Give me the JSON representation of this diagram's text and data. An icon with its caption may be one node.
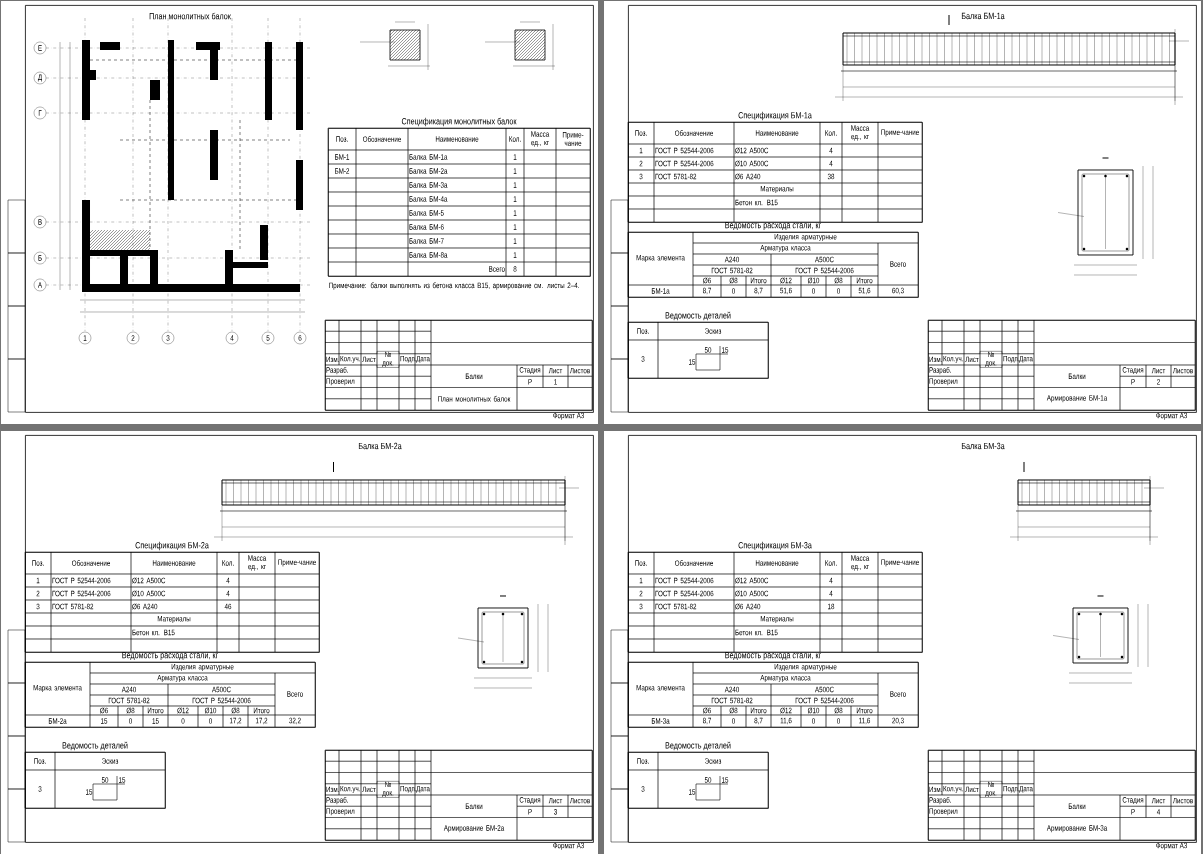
{
  "diagram": {
    "nodes": [
      {
        "text": [
          "План монолитных балок"
        ]
      },
      {
        "text": [
          "Спецификация монолитных балок",
          "Поз.",
          "Обозначение",
          "Наименование",
          "Кол.",
          "Масса ед., кг",
          "Приме-чание",
          "БМ-1",
          "Балка БМ-1а",
          "1",
          "БМ-2",
          "Балка БМ-2а",
          "1",
          "Балка БМ-3а",
          "1",
          "Балка БМ-4а",
          "1",
          "Балка БМ-5",
          "1",
          "Балка БМ-6",
          "1",
          "Балка БМ-7",
          "1",
          "Балка БМ-8а",
          "1",
          "Всего",
          "8"
        ],
        "in": 0
      },
      {
        "text": [
          "Изм.",
          "Кол.уч.",
          "Лист",
          "№ док.",
          "Подп.",
          "Дата",
          "Разраб.",
          "Проверил",
          "Балки",
          "Стадия",
          "Лист",
          "Листов",
          "Р",
          "1",
          "План монолитных балок"
        ],
        "in": 0,
        "beside": [
          "Формат А3"
        ]
      },
      {
        "text": [
          "Балка БМ-1а"
        ]
      },
      {
        "text": [
          "Спецификация БМ-1а",
          "Поз.",
          "Обозначение",
          "Наименование",
          "Кол.",
          "Масса ед., кг",
          "Приме-чание",
          "1",
          "ГОСТ Р 52544-2006",
          "Ø12 А500С",
          "4",
          "2",
          "ГОСТ Р 52544-2006",
          "Ø10 А500С",
          "4",
          "3",
          "ГОСТ 5781-82",
          "Ø6 А240",
          "38",
          "Материалы",
          "Бетон кл. В15"
        ],
        "in": 3
      },
      {
        "text": [
          "Ведомость расхода стали, кг",
          "Марка элемента",
          "Изделия арматурные",
          "Арматура класса",
          "Всего",
          "А240",
          "А500С",
          "ГОСТ 5781-82",
          "ГОСТ Р 52544-2006",
          "Ø6",
          "Ø8",
          "Итого",
          "Ø12",
          "Ø10",
          "Ø8",
          "Итого",
          "БМ-1а",
          "8,7",
          "0",
          "8,7",
          "51,6",
          "0",
          "0",
          "51,6",
          "60,3"
        ],
        "in": 3
      },
      {
        "text": [
          "Ведомость деталей",
          "Поз.",
          "Эскиз",
          "3",
          "50",
          "15",
          "15"
        ],
        "in": 3
      },
      {
        "text": [
          "Изм.",
          "Кол.уч.",
          "Лист",
          "№ док.",
          "Подп.",
          "Дата",
          "Разраб.",
          "Проверил",
          "Балки",
          "Стадия",
          "Лист",
          "Листов",
          "Р",
          "2",
          "Армирование БМ-1а"
        ],
        "in": 3,
        "beside": [
          "Формат А3"
        ]
      },
      {
        "text": [
          "Балка БМ-2а"
        ]
      },
      {
        "text": [
          "Спецификация БМ-2а",
          "Поз.",
          "Обозначение",
          "Наименование",
          "Кол.",
          "Масса ед., кг",
          "Приме-чание",
          "1",
          "ГОСТ Р 52544-2006",
          "Ø12 А500С",
          "4",
          "2",
          "ГОСТ Р 52544-2006",
          "Ø10 А500С",
          "4",
          "3",
          "ГОСТ 5781-82",
          "Ø6 А240",
          "46",
          "Материалы",
          "Бетон кл. В15"
        ],
        "in": 8
      },
      {
        "text": [
          "Ведомость расхода стали, кг",
          "Марка элемента",
          "Изделия арматурные",
          "Арматура класса",
          "Всего",
          "А240",
          "А500С",
          "ГОСТ 5781-82",
          "ГОСТ Р 52544-2006",
          "Ø6",
          "Ø8",
          "Итого",
          "Ø12",
          "Ø10",
          "Ø8",
          "Итого",
          "БМ-2а",
          "15",
          "0",
          "15",
          "0",
          "0",
          "17,2",
          "17,2",
          "32,2"
        ],
        "in": 8
      },
      {
        "text": [
          "Ведомость деталей",
          "Поз.",
          "Эскиз",
          "3",
          "50",
          "15",
          "15"
        ],
        "in": 8
      },
      {
        "text": [
          "Изм.",
          "Кол.уч.",
          "Лист",
          "№ док.",
          "Подп.",
          "Дата",
          "Разраб.",
          "Проверил",
          "Балки",
          "Стадия",
          "Лист",
          "Листов",
          "Р",
          "3",
          "Армирование БМ-2а"
        ],
        "in": 8,
        "beside": [
          "Формат А3"
        ]
      },
      {
        "text": [
          "Балка БМ-3а"
        ]
      },
      {
        "text": [
          "Спецификация БМ-3а",
          "Поз.",
          "Обозначение",
          "Наименование",
          "Кол.",
          "Масса ед., кг",
          "Приме-чание",
          "1",
          "ГОСТ Р 52544-2006",
          "Ø12 А500С",
          "4",
          "2",
          "ГОСТ Р 52544-2006",
          "Ø10 А500С",
          "4",
          "3",
          "ГОСТ 5781-82",
          "Ø6 А240",
          "18",
          "Материалы",
          "Бетон кл. В15"
        ],
        "in": 13
      },
      {
        "text": [
          "Ведомость расхода стали, кг",
          "Марка элемента",
          "Изделия арматурные",
          "Арматура класса",
          "Всего",
          "А240",
          "А500С",
          "ГОСТ 5781-82",
          "ГОСТ Р 52544-2006",
          "Ø6",
          "Ø8",
          "Итого",
          "Ø12",
          "Ø10",
          "Ø8",
          "Итого",
          "БМ-3а",
          "8,7",
          "0",
          "8,7",
          "11,6",
          "0",
          "0",
          "11,6",
          "20,3"
        ],
        "in": 13
      },
      {
        "text": [
          "Ведомость деталей",
          "Поз.",
          "Эскиз",
          "3",
          "50",
          "15",
          "15"
        ],
        "in": 13
      },
      {
        "text": [
          "Изм.",
          "Кол.уч.",
          "Лист",
          "№ док.",
          "Подп.",
          "Дата",
          "Разраб.",
          "Проверил",
          "Балки",
          "Стадия",
          "Лист",
          "Листов",
          "Р",
          "4",
          "Армирование БМ-3а"
        ],
        "in": 13,
        "beside": [
          "Формат А3"
        ]
      }
    ],
    "labels": [
      "Е",
      "Д",
      "Г",
      "В",
      "Б",
      "А",
      "1",
      "2",
      "3",
      "4",
      "5",
      "6",
      "Примечание: балки выполнять из бетона класса В15, армирование см. листы 2–4."
    ]
  }
}
